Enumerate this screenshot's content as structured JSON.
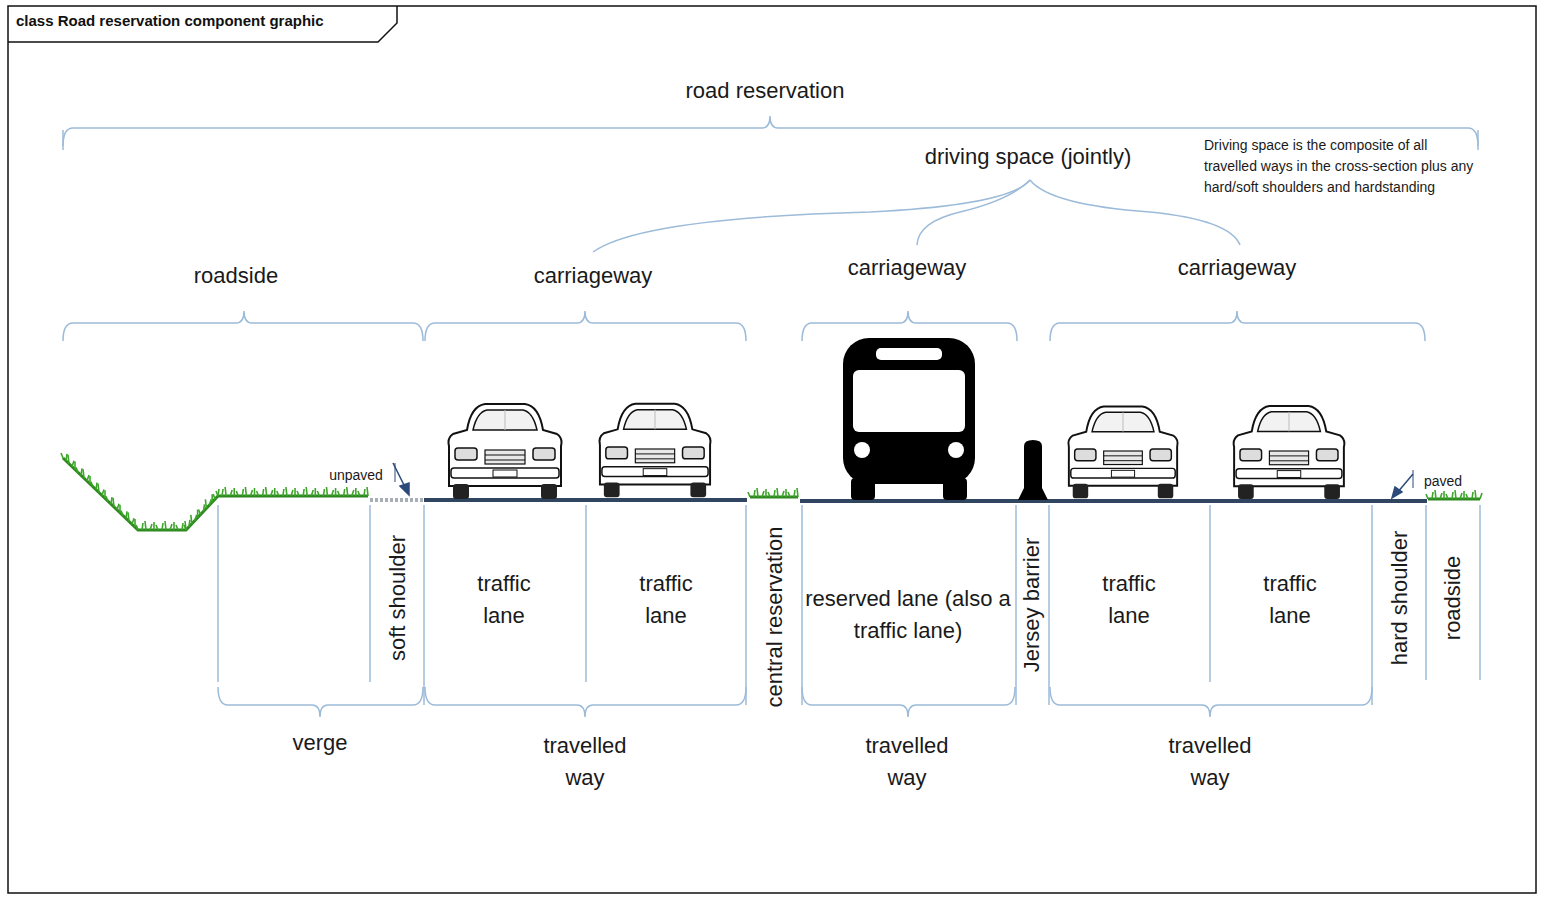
{
  "diagram": {
    "title": "class Road reservation component graphic",
    "labels": [
      "road reservation",
      "driving space (jointly)",
      "Driving space is the composite of all travelled ways in the cross-section plus any hard/soft shoulders and hardstanding",
      "roadside",
      "carriageway",
      "carriageway",
      "carriageway",
      "unpaved",
      "paved",
      "soft shoulder",
      "traffic lane",
      "traffic lane",
      "central reservation",
      "reserved lane (also a traffic lane)",
      "Jersey barrier",
      "traffic lane",
      "traffic lane",
      "hard shoulder",
      "roadside",
      "verge",
      "travelled way",
      "travelled way",
      "travelled way"
    ]
  }
}
